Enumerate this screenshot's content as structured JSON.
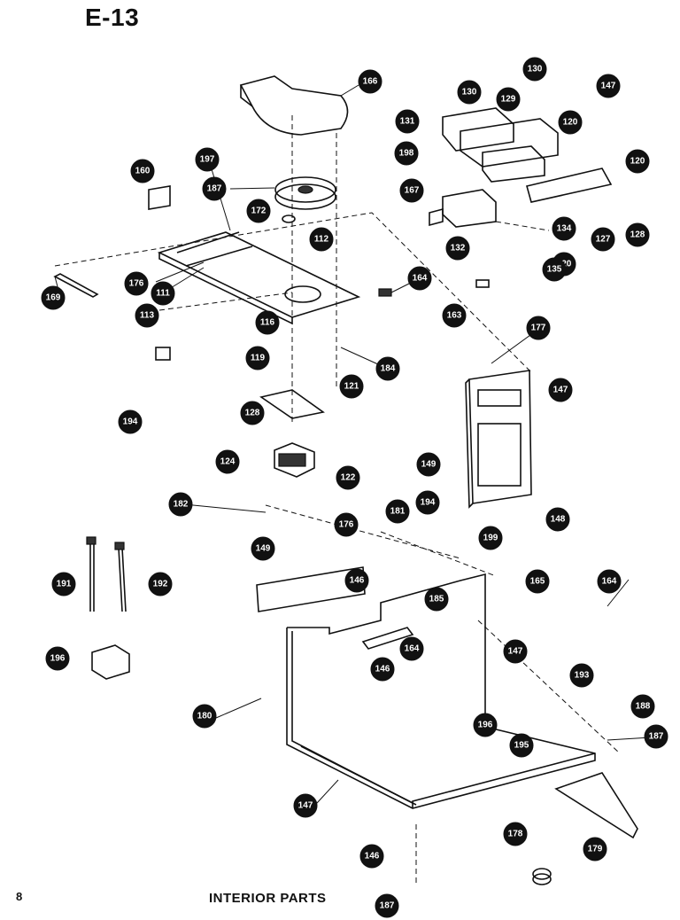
{
  "header": {
    "page_code": "E-13"
  },
  "footer": {
    "page_number": "8",
    "caption": "INTERIOR PARTS"
  },
  "callouts": [
    "166",
    "130",
    "130",
    "147",
    "131",
    "129",
    "120",
    "198",
    "120",
    "167",
    "160",
    "187",
    "197",
    "172",
    "128",
    "132",
    "134",
    "127",
    "120",
    "112",
    "169",
    "176",
    "111",
    "164",
    "113",
    "163",
    "135",
    "116",
    "177",
    "147",
    "119",
    "184",
    "121",
    "128",
    "149",
    "124",
    "194",
    "122",
    "148",
    "182",
    "176",
    "181",
    "194",
    "199",
    "149",
    "146",
    "191",
    "192",
    "185",
    "165",
    "164",
    "164",
    "196",
    "146",
    "147",
    "180",
    "193",
    "196",
    "188",
    "195",
    "187",
    "147",
    "146",
    "178",
    "187",
    "179"
  ]
}
